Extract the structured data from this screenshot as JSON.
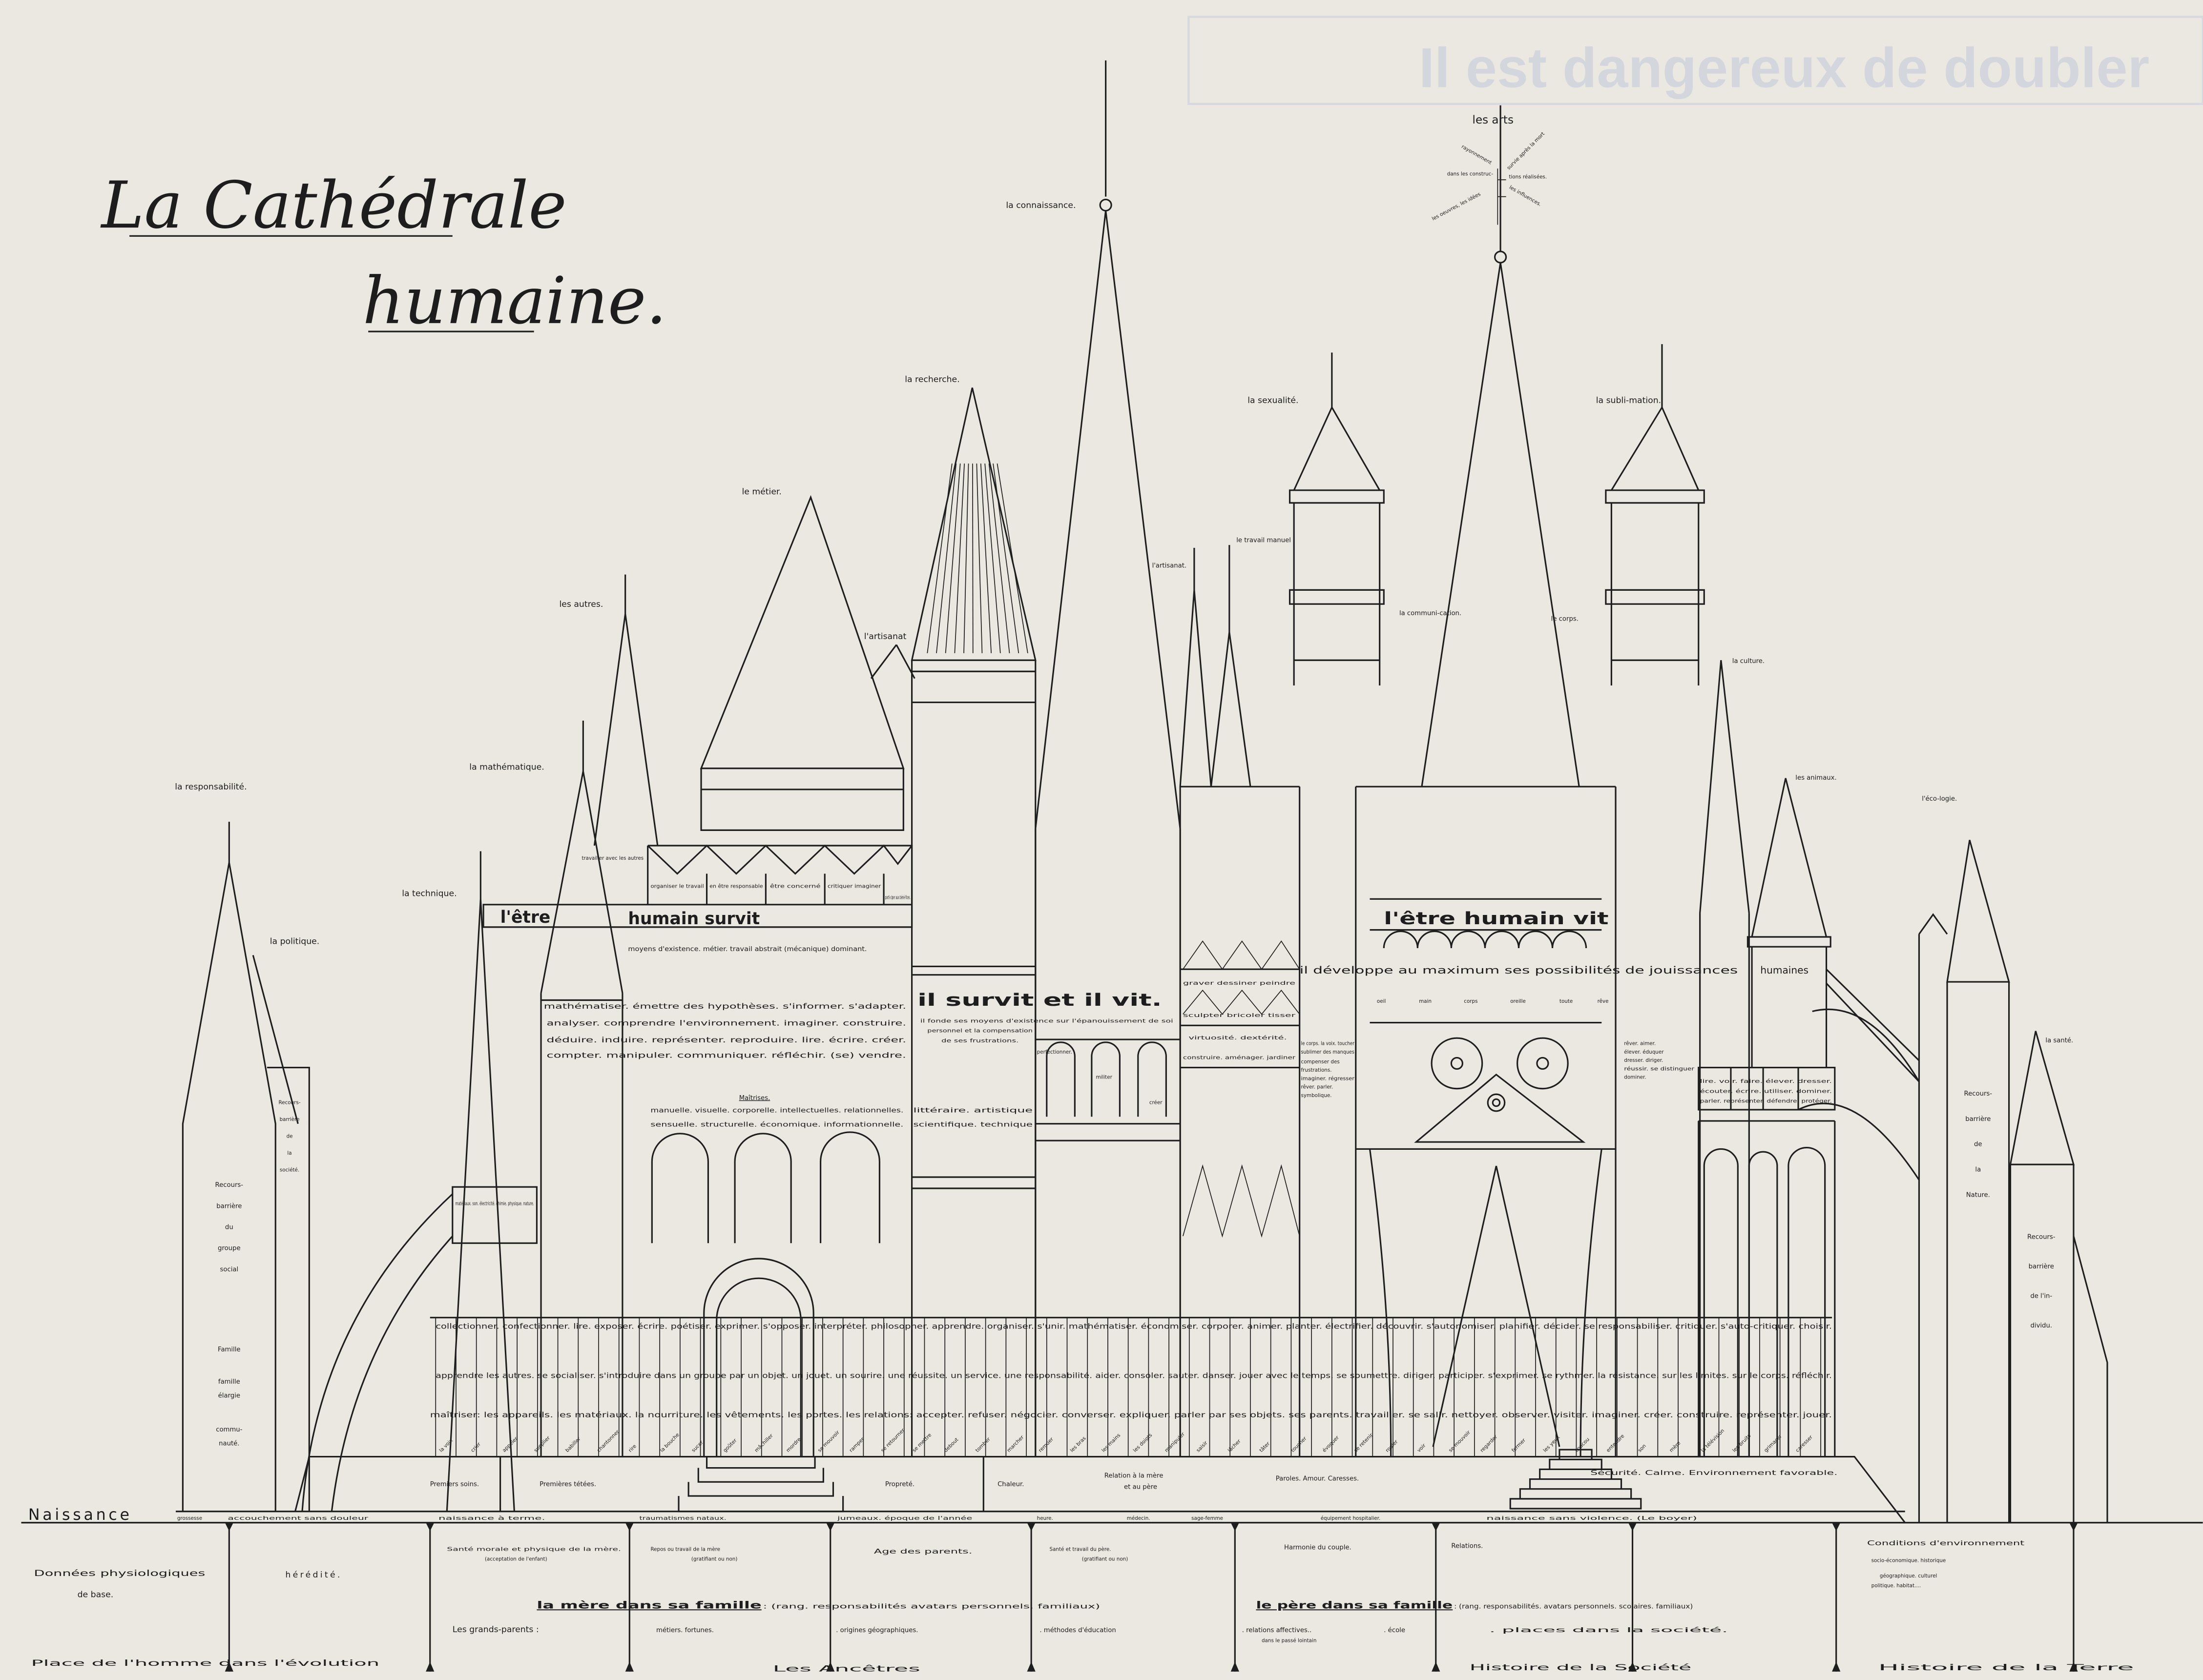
{
  "ghost_heading": "Il est dangereux de doubler",
  "title": {
    "line1": "La Cathédrale",
    "line2": "humaine."
  },
  "spires": {
    "responsabilite": "la responsabilité.",
    "politique": "la politique.",
    "technique": "la technique.",
    "mathematique": "la mathématique.",
    "autres": "les autres.",
    "metier": "le métier.",
    "artisanat1": "l'artisanat",
    "recherche": "la recherche.",
    "connaissance": "la connaissance.",
    "artisanat2": "l'artisanat.",
    "travail_manuel": "le travail manuel",
    "sexualite": "la sexualité.",
    "arts": "les arts",
    "arts_rays": [
      "rayonnement",
      "dans les construc-",
      "les oeuvres, les idées",
      "survie après la mort",
      "tions réalisées.",
      "les influences."
    ],
    "communication": "la communi-cation.",
    "corps": "le corps.",
    "sublimation": "la subli-mation.",
    "culture": "la culture.",
    "animaux": "les animaux.",
    "ecologie": "l'éco-logie.",
    "sante": "la santé."
  },
  "recours": {
    "groupe_social": [
      "Recours-",
      "barrière",
      "du",
      "groupe",
      "social"
    ],
    "societe": [
      "Recours-",
      "barrière",
      "de",
      "la",
      "société."
    ],
    "famille": [
      "Famille",
      "famille",
      "élargie",
      "commu-",
      "nauté."
    ],
    "nature": [
      "Recours-",
      "barrière",
      "de",
      "la",
      "Nature."
    ],
    "individu": [
      "Recours-",
      "barrière",
      "de l'in-",
      "dividu."
    ]
  },
  "survit": {
    "etre": "l'être",
    "humain_survit": "humain survit",
    "boxes": [
      "travailler avec les autres",
      "organiser le travail",
      "en être responsable",
      "être concerné",
      "critiquer imaginer",
      "parti-ciper aux béné-fices."
    ],
    "moyens": "moyens d'existence. métier. travail abstrait (mécanique) dominant.",
    "skills": [
      "mathématiser. émettre des hypothèses. s'informer. s'adapter.",
      "analyser. comprendre l'environnement. imaginer. construire.",
      "déduire. induire. représenter. reproduire. lire. écrire. créer.",
      "compter. manipuler. communiquer. réfléchir. (se) vendre."
    ],
    "science_box": "matériaux. son. électricité. chimie. physique. nature."
  },
  "vit": {
    "headline": "il survit et il vit.",
    "subtext": [
      "il fonde ses moyens d'existence sur l'épanouissement de soi",
      "personnel et la compensation",
      "de ses frustrations."
    ],
    "maitrises_title": "Maîtrises.",
    "maitrises": [
      "manuelle. visuelle. corporelle. intellectuelles. relationnelles.",
      "sensuelle. structurelle. économique. informationnelle."
    ],
    "maitrises_right": [
      "littéraire. artistique",
      "scientifique. technique"
    ],
    "arts_verbs": [
      "perfectionner.",
      "militer",
      "créer"
    ],
    "etre_humain_vit": "l'être humain vit",
    "developpe": "il développe au maximum ses possibilités de jouissances",
    "humaines": "humaines",
    "senses": [
      "oeil",
      "main",
      "corps",
      "oreille",
      "toute",
      "rêve"
    ],
    "crafts": [
      "graver dessiner peindre",
      "sculpter bricoler tisser",
      "virtuosité. dextérité.",
      "construire. aménager. jardiner"
    ],
    "sublimer": [
      "le corps. la voix. toucher",
      "sublimer des manques",
      "compenser des",
      "frustrations.",
      "imaginer. régresser",
      "rêver. parler.",
      "symbolique."
    ],
    "dominer": [
      "rêver. aimer.",
      "élever. éduquer",
      "dresser. diriger.",
      "réussir. se distinguer",
      "dominer."
    ],
    "animal_box": [
      "lire. voir. faire. élever. dresser.",
      "écouter. écrire. utiliser. dominer.",
      "parler. représenter. défendre. protéger."
    ]
  },
  "body": {
    "rows": [
      "collectionner. confectionner. lire. exposer. écrire. poétiser. exprimer. s'opposer. interpréter. philosopher. apprendre. organiser. s'unir. mathématiser. économiser. corporer. animer. planter. électrifier. découvrir. s'autonomiser. planifier. décider. se responsabiliser. critiquer. s'auto-critiquer. choisir.",
      "apprendre les autres. se socialiser. s'introduire dans un groupe par un objet. un jouet. un sourire. une réussite. un service. une responsabilité. aider. consoler. sauter. danser. jouer avec le temps. se soumettre. diriger. participer. s'exprimer. se rythmer. la résistance. sur les limites. sur le corps. réfléchir.",
      "maîtriser: les appareils. les matériaux. la nourriture. les vêtements. les portes. les relations: accepter. refuser. négocier. converser. expliquer. parler par ses objets. ses parents. travailler. se salir. nettoyer. observer. visiter. imaginer. créer. construire. représenter. jouer."
    ],
    "verbs": [
      "la voix",
      "crier",
      "appeler",
      "supplier",
      "babiller",
      "chantonner",
      "rire",
      "la bouche",
      "sucer",
      "goûter",
      "mâchiller",
      "mordre",
      "se mouvoir",
      "ramper",
      "se retourner",
      "se mettre",
      "debout",
      "tomber",
      "marcher",
      "remuer",
      "les bras",
      "les mains",
      "les doigts",
      "manipuler",
      "saisir",
      "lâcher",
      "tâter",
      "toucher",
      "évoquer",
      "se retenir",
      "rouler",
      "voir",
      "se mouvoir",
      "regarder",
      "fermer",
      "les yeux",
      "coucou",
      "entendre",
      "son",
      "mère",
      "la télévision",
      "les bruits",
      "grimacer",
      "caresser"
    ]
  },
  "platform": [
    "Premiers soins.",
    "Premières tétées.",
    "Propreté.",
    "Chaleur.",
    "Relation à la mère",
    "et au père",
    "Paroles. Amour. Caresses.",
    "Sécurité. Calme. Environnement favorable."
  ],
  "birth": {
    "label": "Naissance",
    "items": [
      "grossesse",
      "accouchement sans douleur",
      "naissance à terme.",
      "traumatismes nataux.",
      "jumeaux. époque de l'année",
      "heure.",
      "médecin.",
      "sage-femme",
      "équipement hospitalier.",
      "naissance sans violence. (Le boyer)"
    ]
  },
  "foundations": {
    "physio": [
      "Données physiologiques",
      "de base."
    ],
    "heredite": "hérédité.",
    "sante_mere": [
      "Santé morale et physique de la mère.",
      "(acceptation de l'enfant)"
    ],
    "repos_mere": [
      "Repos ou travail de la mère",
      "(gratifiant ou non)"
    ],
    "age": "Age des parents.",
    "sante_pere": [
      "Santé et travail du père.",
      "(gratifiant ou non)"
    ],
    "harmonie": "Harmonie du couple.",
    "relations": "Relations.",
    "conditions": [
      "Conditions d'environnement",
      "socio-économique. historique",
      "géographique. culturel",
      "politique. habitat...."
    ],
    "mere_title": "la mère dans sa famille",
    "mere_detail": ": (rang. responsabilités avatars personnels. familiaux)",
    "pere_title": "le père dans sa famille",
    "pere_detail": ": (rang. responsabilités. avatars personnels. scolaires. familiaux)",
    "grands_parents": "Les grands-parents :",
    "gp_items": [
      "métiers. fortunes.",
      ". origines géographiques.",
      ". méthodes d'éducation",
      ". relations affectives..",
      ". école",
      ". places dans la société."
    ],
    "passe": "dans le passé lointain"
  },
  "bottom": [
    "Place de l'homme dans l'évolution",
    "Les Ancêtres",
    "Histoire de la Société",
    "Histoire de la Terre"
  ],
  "colors": {
    "paper": "#ebe8e2",
    "ink": "#1e1e1e",
    "ghost": "#d3d6dd"
  }
}
